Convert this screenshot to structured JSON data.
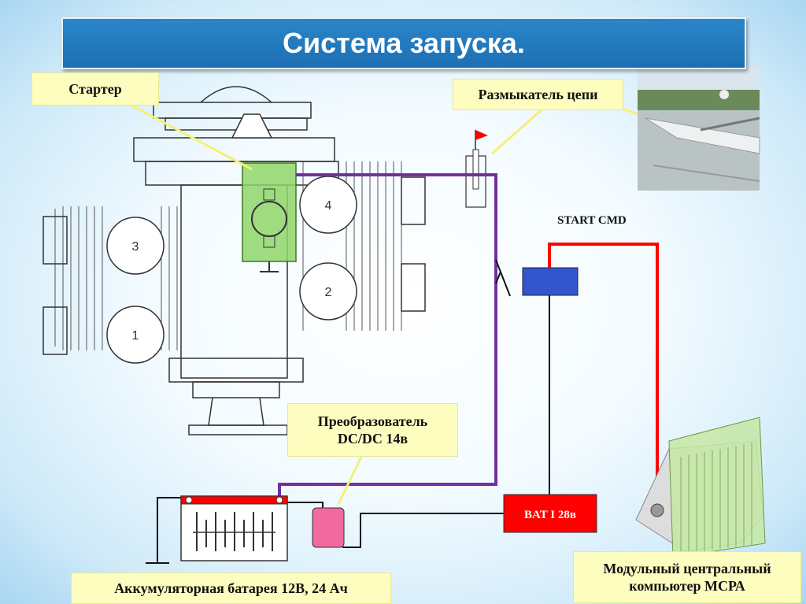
{
  "title": "Система запуска.",
  "labels": {
    "starter": "Стартер",
    "breaker": "Размыкатель цепи",
    "start_cmd": "START CMD",
    "converter_line1": "Преобразователь",
    "converter_line2": "DC/DC 14в",
    "bat": "BAT I 28в",
    "battery": "Аккумуляторная батарея 12В, 24 Ач",
    "computer_line1": "Модульный центральный",
    "computer_line2": "компьютер МСРА"
  },
  "cylinders": [
    "3",
    "1",
    "4",
    "2"
  ],
  "colors": {
    "title_bg": "#2278be",
    "label_bg": "#fdfdc0",
    "purple_wire": "#7030a0",
    "red_wire": "#ff0000",
    "starter_fill": "#8fd66a",
    "converter_fill": "#f06aa0",
    "bat_fill": "#ff0000",
    "relay_fill": "#3355cc"
  }
}
